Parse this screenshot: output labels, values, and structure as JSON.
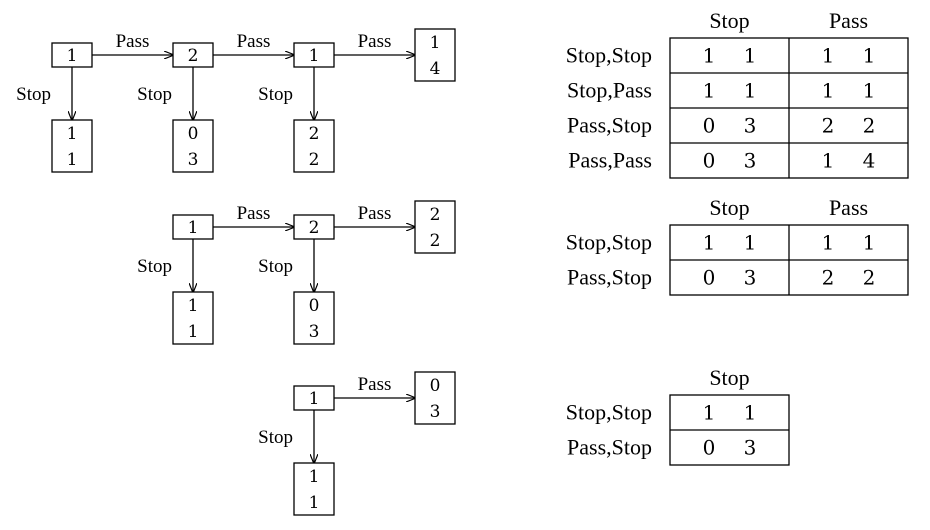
{
  "trees": [
    {
      "edges": {
        "pass": "Pass",
        "stop": "Stop"
      },
      "deciders": [
        "1",
        "2",
        "1"
      ],
      "stop_payoffs": [
        [
          "1",
          "1"
        ],
        [
          "0",
          "3"
        ],
        [
          "2",
          "2"
        ]
      ],
      "final_payoff": [
        "1",
        "4"
      ]
    },
    {
      "edges": {
        "pass": "Pass",
        "stop": "Stop"
      },
      "deciders": [
        "1",
        "2"
      ],
      "stop_payoffs": [
        [
          "1",
          "1"
        ],
        [
          "0",
          "3"
        ]
      ],
      "final_payoff": [
        "2",
        "2"
      ]
    },
    {
      "edges": {
        "pass": "Pass",
        "stop": "Stop"
      },
      "deciders": [
        "1"
      ],
      "stop_payoffs": [
        [
          "1",
          "1"
        ]
      ],
      "final_payoff": [
        "0",
        "3"
      ]
    }
  ],
  "tables": [
    {
      "columns": [
        "Stop",
        "Pass"
      ],
      "rows": [
        {
          "label": "Stop,Stop",
          "cells": [
            [
              "1",
              "1"
            ],
            [
              "1",
              "1"
            ]
          ]
        },
        {
          "label": "Stop,Pass",
          "cells": [
            [
              "1",
              "1"
            ],
            [
              "1",
              "1"
            ]
          ]
        },
        {
          "label": "Pass,Stop",
          "cells": [
            [
              "0",
              "3"
            ],
            [
              "2",
              "2"
            ]
          ]
        },
        {
          "label": "Pass,Pass",
          "cells": [
            [
              "0",
              "3"
            ],
            [
              "1",
              "4"
            ]
          ]
        }
      ]
    },
    {
      "columns": [
        "Stop",
        "Pass"
      ],
      "rows": [
        {
          "label": "Stop,Stop",
          "cells": [
            [
              "1",
              "1"
            ],
            [
              "1",
              "1"
            ]
          ]
        },
        {
          "label": "Pass,Stop",
          "cells": [
            [
              "0",
              "3"
            ],
            [
              "2",
              "2"
            ]
          ]
        }
      ]
    },
    {
      "columns": [
        "Stop"
      ],
      "rows": [
        {
          "label": "Stop,Stop",
          "cells": [
            [
              "1",
              "1"
            ]
          ]
        },
        {
          "label": "Pass,Stop",
          "cells": [
            [
              "0",
              "3"
            ]
          ]
        }
      ]
    }
  ]
}
